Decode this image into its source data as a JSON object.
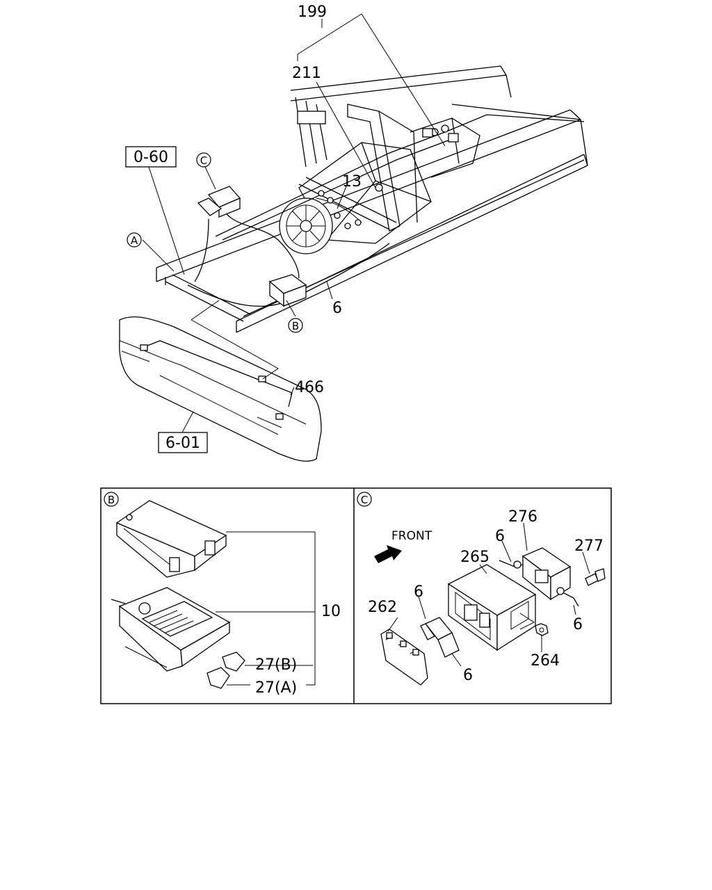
{
  "main_view": {
    "labels": {
      "n199": "199",
      "n211": "211",
      "n13": "13",
      "n6": "6",
      "n466": "466"
    },
    "refs": {
      "r060": "0-60",
      "r601": "6-01"
    },
    "circle_markers": {
      "a": "A",
      "b": "B",
      "c": "C"
    }
  },
  "detail_b": {
    "marker": "B",
    "labels": {
      "n10": "10",
      "n27b": "27(B)",
      "n27a": "27(A)"
    }
  },
  "detail_c": {
    "marker": "C",
    "front_label": "FRONT",
    "labels": {
      "n276": "276",
      "n6_top": "6",
      "n277": "277",
      "n265": "265",
      "n6_left": "6",
      "n262": "262",
      "n6_right": "6",
      "n264": "264",
      "n6_bottom": "6"
    }
  }
}
